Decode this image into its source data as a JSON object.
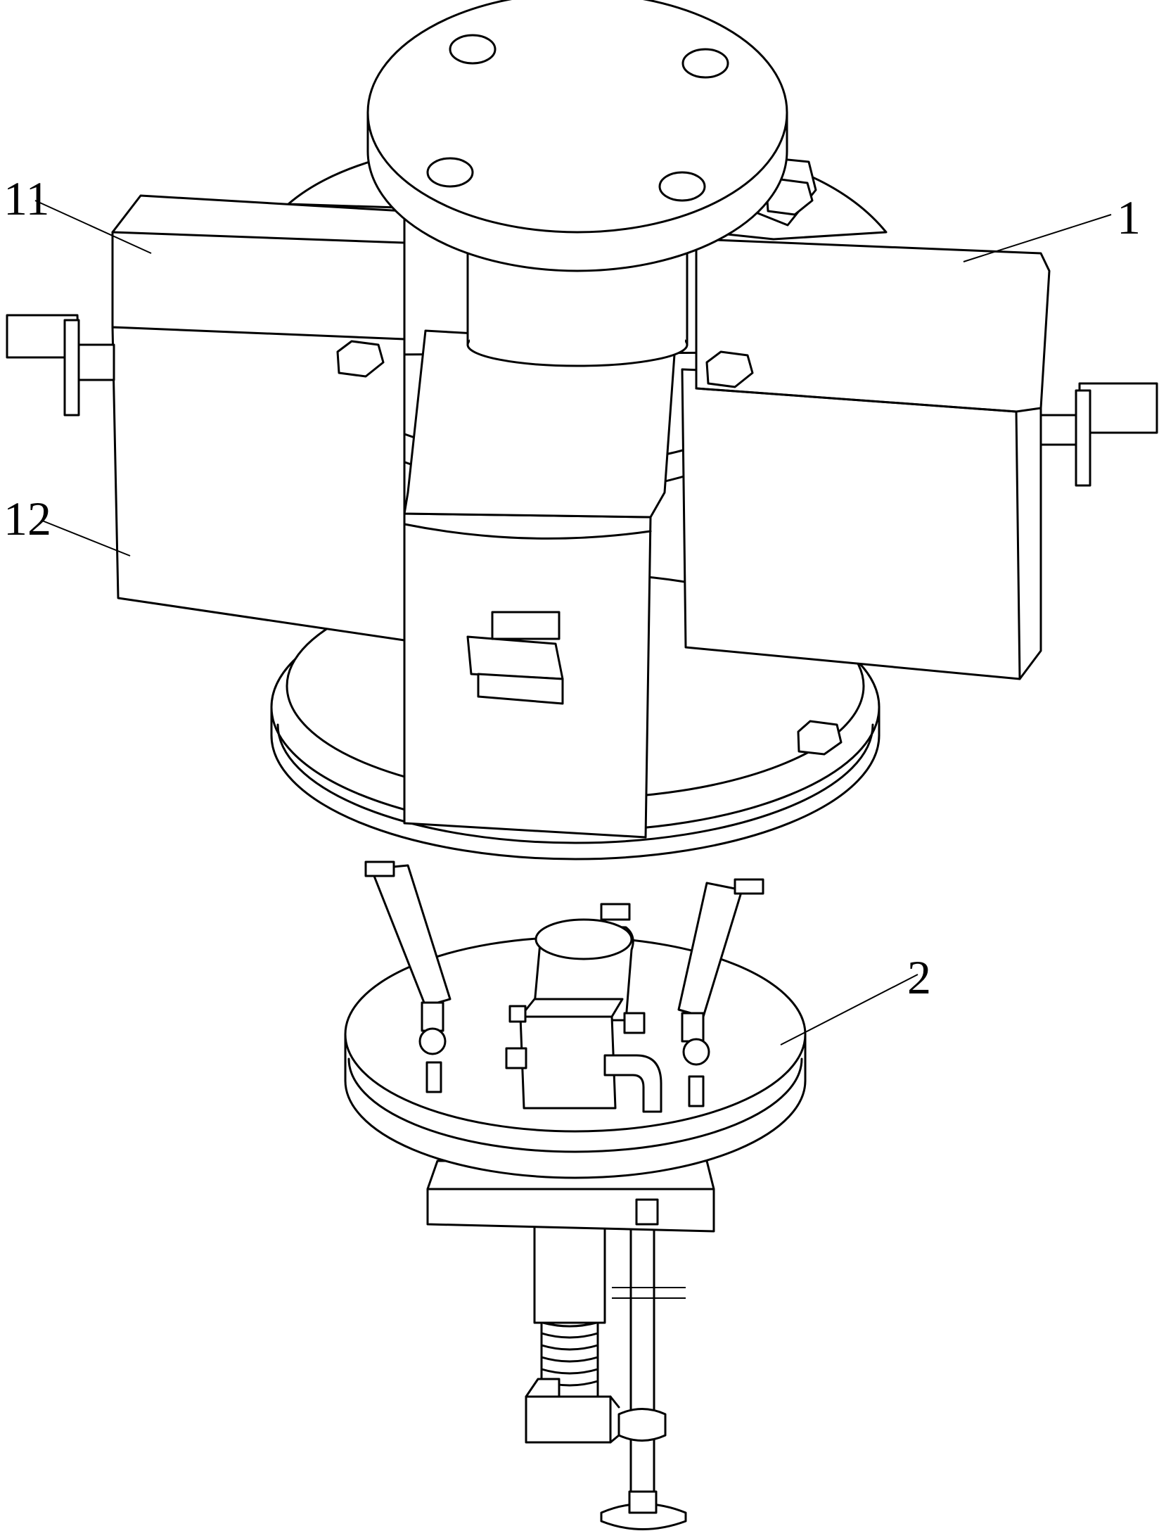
{
  "figure": {
    "reference_labels": [
      {
        "id": "label-1",
        "text": "1"
      },
      {
        "id": "label-11",
        "text": "11"
      },
      {
        "id": "label-12",
        "text": "12"
      },
      {
        "id": "label-2",
        "text": "2"
      }
    ]
  }
}
